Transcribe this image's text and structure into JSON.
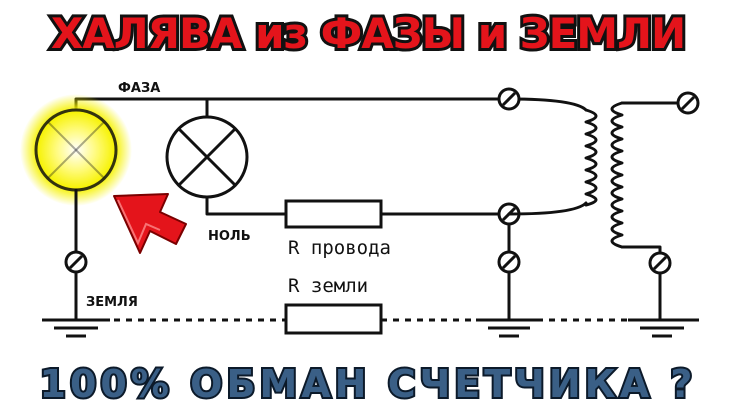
{
  "title": "ХАЛЯВА из ФАЗЫ и ЗЕМЛИ",
  "bottom_caption": "100% ОБМАН СЧЕТЧИКА ?",
  "labels": {
    "phase": "ФАЗА",
    "neutral": "НОЛЬ",
    "earth": "ЗЕМЛЯ",
    "r_wire": "R провода",
    "r_earth": "R земли"
  },
  "colors": {
    "title": "#e4141b",
    "caption": "#3a5f86",
    "lamp_glow": "#f6f200",
    "arrow": "#e4141b"
  }
}
